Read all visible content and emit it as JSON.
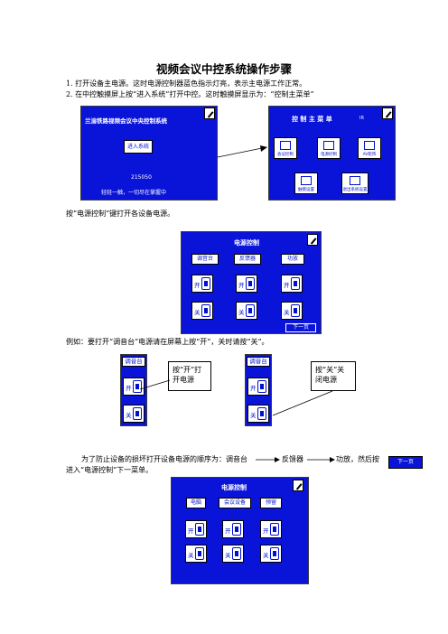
{
  "doc": {
    "title": "视频会议中控系统操作步骤",
    "step1": "1.   打开设备主电源。这时电源控制器蓝色指示灯亮，表示主电源工作正常。",
    "step2": "2.   在中控触摸屏上按“进入系统”打开中控。这时触摸屏显示为：“控制主菜单”",
    "p_power": "按“电源控制”键打开各设备电源。",
    "p_example": "例如：要打开“调音台”电源请在屏幕上按“开”，关时请按“关”。",
    "p_order_1": "为了防止设备的损坏打开设备电源的顺序为：调音台",
    "p_order_mid": "反馈器",
    "p_order_end": "功放，然后按",
    "p_order_2": "进入“电源控制”下一菜单。",
    "next_btn": "下一页"
  },
  "screen_welcome": {
    "title": "兰渝铁路视频会议中央控制系统",
    "enter_btn": "进入系统",
    "code": "215050",
    "slogan": "轻轻一触，一切尽在掌握中"
  },
  "screen_menu": {
    "title": "控 制 主 菜 单",
    "tag": "IR",
    "items": [
      "会议控制",
      "电源控制",
      "AV矩阵",
      "触摸设置",
      "退出系统设置"
    ]
  },
  "screen_power1": {
    "title": "电源控制",
    "columns": [
      "调音台",
      "反馈器",
      "功放"
    ],
    "on": "开",
    "off": "关",
    "next": "下一页"
  },
  "callouts": {
    "left_header": "调音台",
    "right_header": "调音台",
    "left_text": "按“开”打开电源",
    "right_text": "按“关”关闭电源"
  },
  "screen_power2": {
    "title": "电源控制",
    "columns": [
      "电脑",
      "会议设备",
      "预留"
    ]
  }
}
